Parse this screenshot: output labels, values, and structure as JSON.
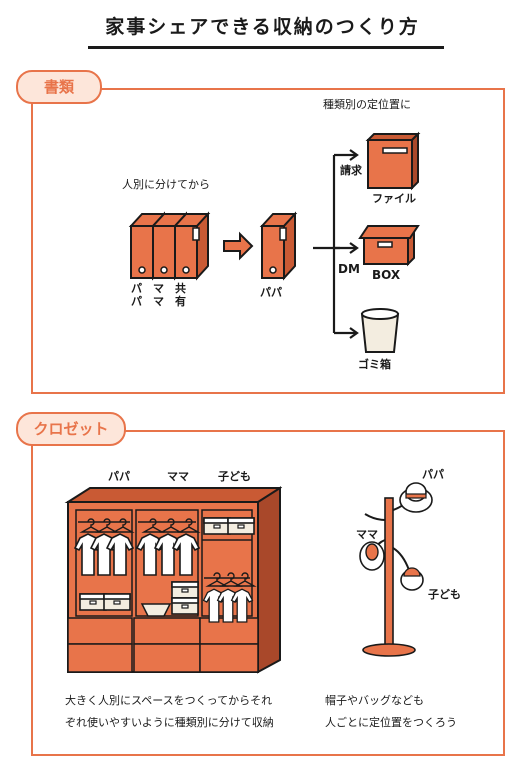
{
  "title": "家事シェアできる収納のつくり方",
  "documents": {
    "tag": "書類",
    "by_person_label": "人別に分けてから",
    "by_type_label": "種類別の定位置に",
    "owners": [
      "パパ",
      "ママ",
      "共有"
    ],
    "after_label": "パパ",
    "branch_invoice": "請求",
    "file_label": "ファイル",
    "branch_dm": "DM",
    "box_label": "BOX",
    "trash_label": "ゴミ箱"
  },
  "closet": {
    "tag": "クロゼット",
    "col_papa": "パパ",
    "col_mama": "ママ",
    "col_kids": "子ども",
    "caption_line1": "大きく人別にスペースをつくってからそれ",
    "caption_line2": "ぞれ使いやすいように種類別に分けて収納",
    "hat_papa": "パパ",
    "hat_mama": "ママ",
    "hat_kids": "子ども",
    "hat_caption_line1": "帽子やバッグなども",
    "hat_caption_line2": "人ごとに定位置をつくろう"
  },
  "colors": {
    "accent": "#e8744a",
    "tag_fill": "#fde6da",
    "ink": "#1a1a1a",
    "box_fill": "#f3ede0"
  }
}
